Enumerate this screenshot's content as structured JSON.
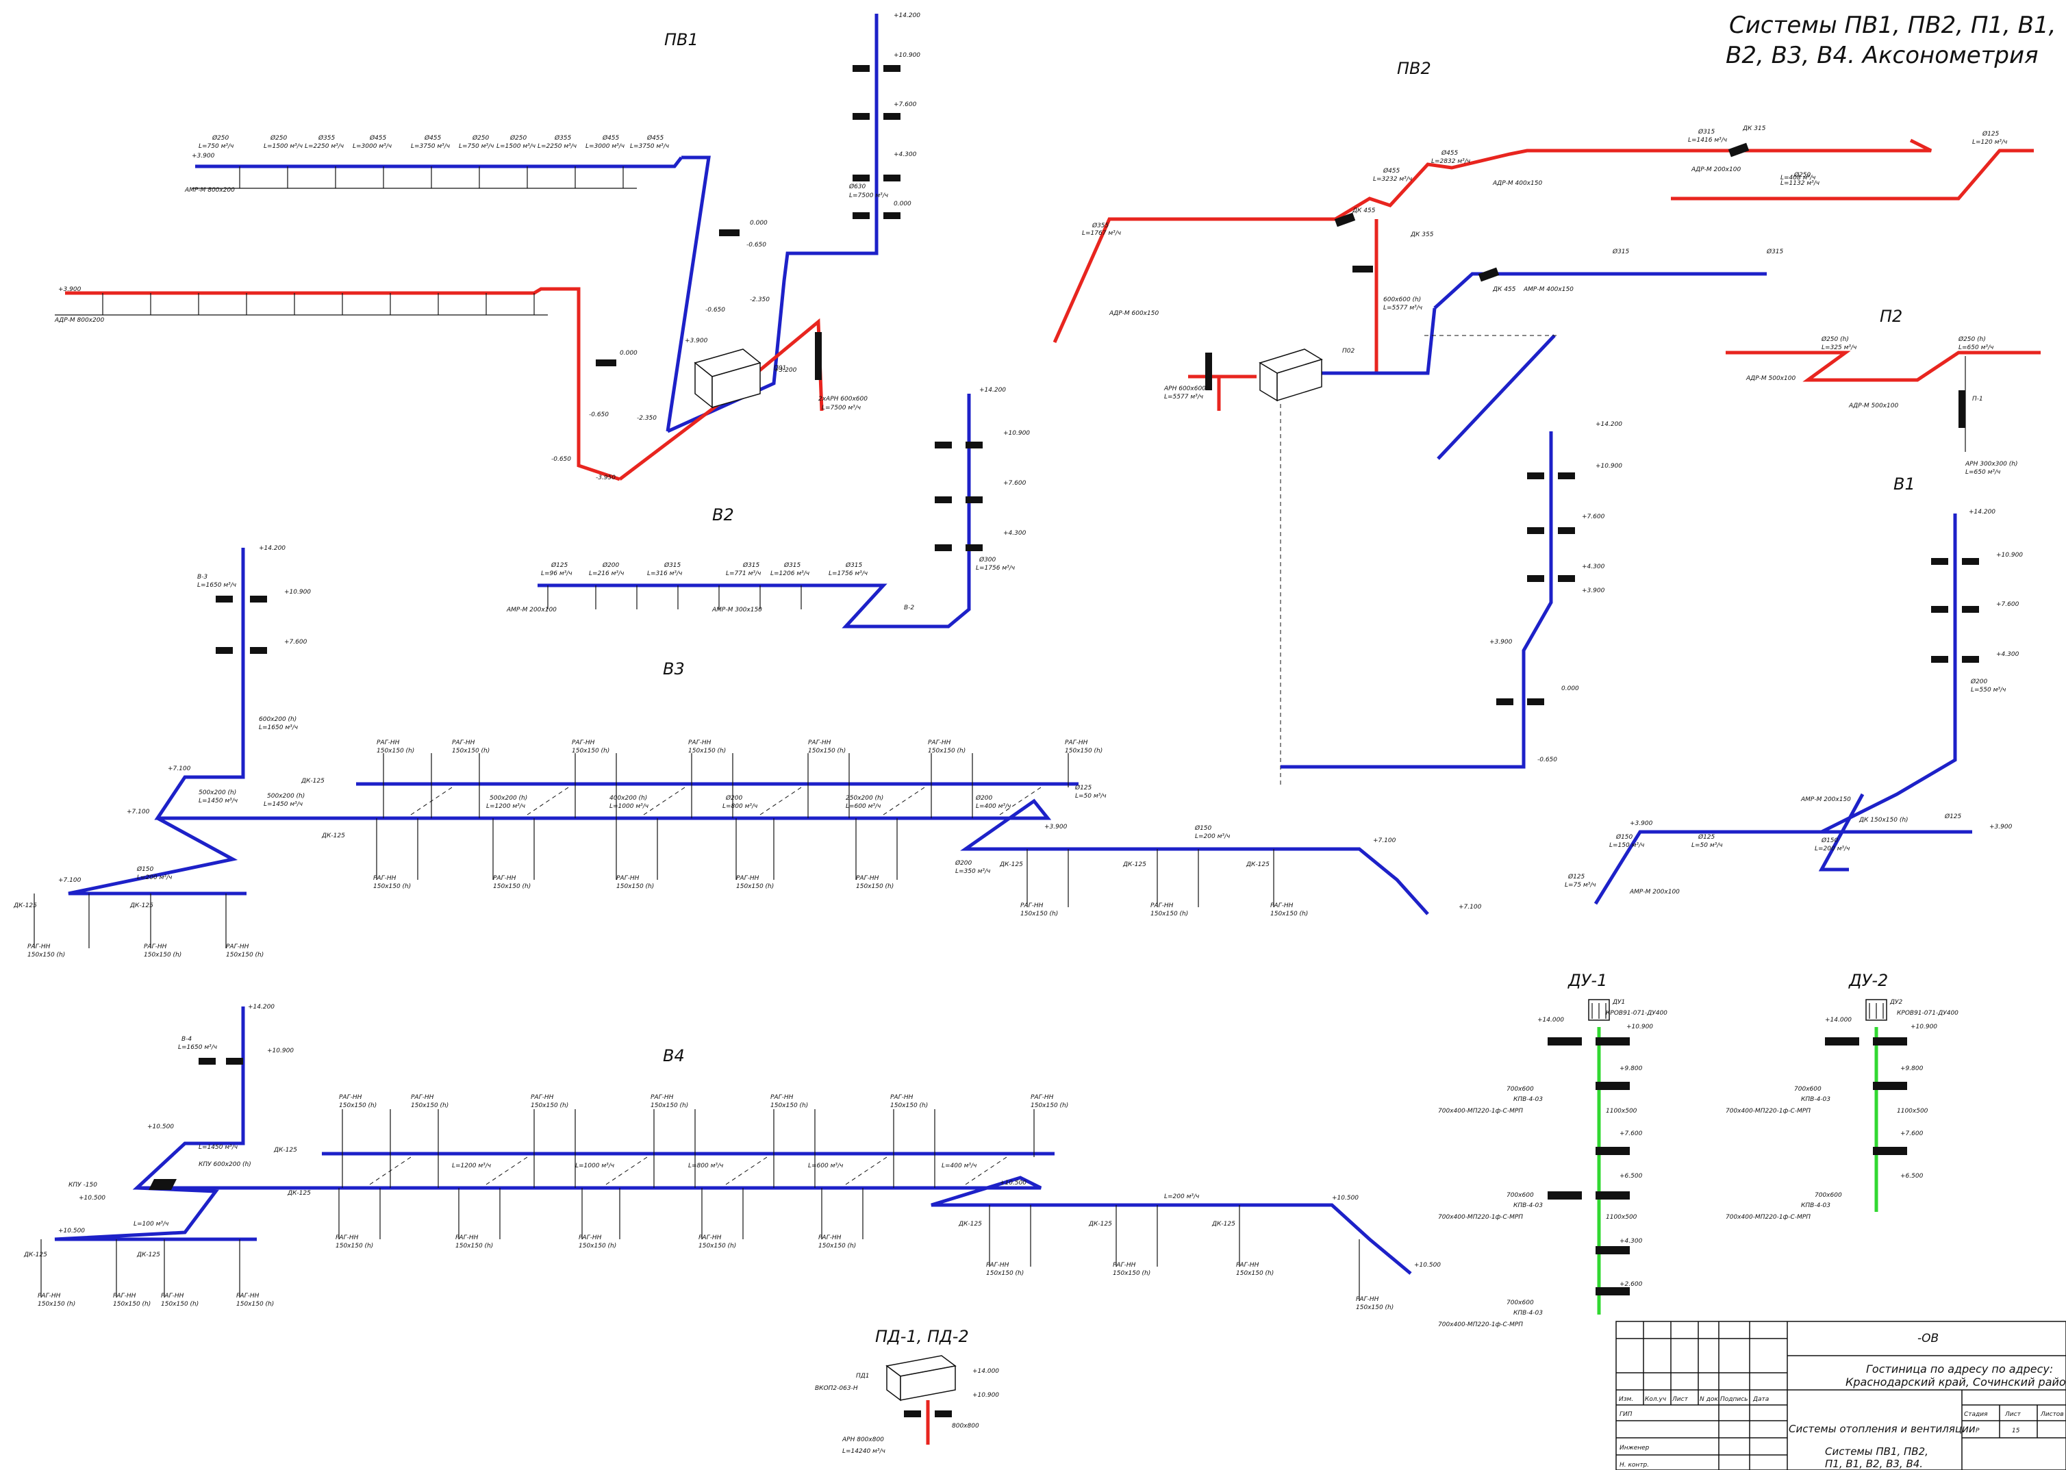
{
  "sheet_title": {
    "line1": "Системы ПВ1, ПВ2, П1, В1,",
    "line2": "В2, В3, В4. Аксонометрия"
  },
  "systems": {
    "pv1": "ПВ1",
    "pv2": "ПВ2",
    "p2": "П2",
    "v1": "В1",
    "v2": "В2",
    "v3": "В3",
    "v4": "В4",
    "du1": "ДУ-1",
    "du2": "ДУ-2",
    "pd": "ПД-1, ПД-2"
  },
  "levels": [
    "+14.200",
    "+10.900",
    "+7.600",
    "+4.300",
    "+3.900",
    "0.000",
    "-0.650",
    "-2.350",
    "-3.950",
    "+3.200",
    "+7.100",
    "+10.500",
    "+14.000",
    "+9.800",
    "+6.500",
    "+2.600"
  ],
  "pv1": {
    "terminal_upper": "АМР-М 800х200",
    "terminal_lower": "АДР-М 800х200",
    "upper_ducts": [
      "Ø250",
      "Ø250",
      "Ø355",
      "Ø455",
      "Ø455",
      "Ø250",
      "Ø250",
      "Ø355",
      "Ø455",
      "Ø455"
    ],
    "upper_flows": [
      "L=750 м³/ч",
      "L=1500 м³/ч",
      "L=2250 м³/ч",
      "L=3000 м³/ч",
      "L=3750 м³/ч",
      "L=750 м³/ч",
      "L=1500 м³/ч",
      "L=2250 м³/ч",
      "L=3000 м³/ч",
      "L=3750 м³/ч"
    ],
    "unit_label": "П01",
    "arn": "2хАРН 600х600",
    "arn_flow": "L=7500 м³/ч",
    "main_duct": "Ø630",
    "main_flow": "L=7500 м³/ч"
  },
  "pv2": {
    "labels": [
      "Ø355",
      "Ø455",
      "Ø455",
      "Ø315",
      "Ø250",
      "Ø125",
      "Ø315",
      "Ø315",
      "Ø250"
    ],
    "flows": [
      "L=1767 м³/ч",
      "L=2832 м³/ч",
      "L=3232 м³/ч",
      "L=1416 м³/ч",
      "L=1132 м³/ч",
      "L=408 м³/ч",
      "L=120 м³/ч"
    ],
    "dk": [
      "ДК 355",
      "ДК 455",
      "ДК 315",
      "ДК 455"
    ],
    "grilles": [
      "АДР-М 600х150",
      "АДР-М 400х150",
      "АДР-М 200х100",
      "АМР-М 400х150"
    ],
    "unit_label": "П02",
    "arn": "АРН 600х600",
    "arn_flow": "L=5577 м³/ч",
    "duct": "600х600 (h)",
    "duct_flow": "L=5577 м³/ч"
  },
  "p2": {
    "ducts": [
      "Ø250 (h)",
      "Ø250 (h)"
    ],
    "flows": [
      "L=325 м³/ч",
      "L=650 м³/ч"
    ],
    "grilles": [
      "АДР-М 500х100",
      "АДР-М 500х100"
    ],
    "riser": "П-1",
    "arn": "АРН 300х300 (h)",
    "arn_flow": "L=650 м³/ч"
  },
  "v1": {
    "ducts": [
      "Ø200",
      "Ø150",
      "Ø125",
      "Ø125",
      "Ø150",
      "Ø125"
    ],
    "flows": [
      "L=550 м³/ч",
      "L=150 м³/ч",
      "L=75 м³/ч",
      "L=50 м³/ч",
      "L=200 м³/ч"
    ],
    "grilles": [
      "АМР-М 200х100",
      "АМР-М 200х150"
    ],
    "dk": [
      "ДК 150х150 (h)"
    ]
  },
  "v2": {
    "ducts": [
      "Ø125",
      "Ø200",
      "Ø315",
      "Ø315",
      "Ø315",
      "Ø315",
      "Ø300"
    ],
    "flows": [
      "L=96 м³/ч",
      "L=216 м³/ч",
      "L=316 м³/ч",
      "L=771 м³/ч",
      "L=1206 м³/ч",
      "L=1756 м³/ч",
      "L=1756 м³/ч"
    ],
    "grilles": [
      "АМР-М 200х100",
      "АМР-М 300х150"
    ],
    "riser": "В-2"
  },
  "v3": {
    "riser": "В-3",
    "riser_flow": "L=1650 м³/ч",
    "duct_main": "600х200 (h)",
    "duct_main_flow": "L=1650 м³/ч",
    "grille": "РАГ-НН",
    "grille_size": "150х150 (h)",
    "dk": "ДК-125",
    "ducts": [
      "500х200 (h)",
      "400х200 (h)",
      "250х200 (h)",
      "Ø200",
      "Ø150",
      "Ø125"
    ],
    "flows": [
      "L=1450 м³/ч",
      "L=1200 м³/ч",
      "L=1000 м³/ч",
      "L=800 м³/ч",
      "L=600 м³/ч",
      "L=400 м³/ч",
      "L=200 м³/ч",
      "L=50 м³/ч",
      "L=350 м³/ч"
    ]
  },
  "v4": {
    "riser": "В-4",
    "riser_flow": "L=1650 м³/ч",
    "kpu": "КПУ -150",
    "kpu_duct": "КПУ 600х200 (h)",
    "grille": "РАГ-НН",
    "grille_size": "150х150 (h)",
    "dk": "ДК-125",
    "flows": [
      "L=1450 м³/ч",
      "L=1200 м³/ч",
      "L=1000 м³/ч",
      "L=800 м³/ч",
      "L=600 м³/ч",
      "L=400 м³/ч",
      "L=200 м³/ч",
      "L=100 м³/ч"
    ]
  },
  "du1": {
    "fan": "ДУ1",
    "fan_model": "КРОВ91-071-ДУ400",
    "duct": "1100х500",
    "valve_size": "700х600",
    "valve": "КПВ-4-03",
    "valve_full": "700х400-МП220-1ф-С-МРП"
  },
  "du2": {
    "fan": "ДУ2",
    "fan_model": "КРОВ91-071-ДУ400",
    "duct": "1100х500",
    "valve_size": "700х600",
    "valve": "КПВ-4-03",
    "valve_full": "700х400-МП220-1ф-С-МРП"
  },
  "pd": {
    "unit": "ПД1",
    "model": "ВКОП2-063-Н",
    "duct": "800х800",
    "arn": "АРН 800х800",
    "flow": "L=14240 м³/ч"
  },
  "stamp": {
    "code": "-ОВ",
    "object_line1": "Гостиница по адресу по адресу:",
    "object_line2": "Краснодарский край, Сочинский район,",
    "headers": [
      "Изм.",
      "Кол.уч",
      "Лист",
      "N док.",
      "Подпись",
      "Дата"
    ],
    "roles": [
      "ГИП",
      "Инженер",
      "Н. контр."
    ],
    "section": "Системы отопления и вентиляции",
    "stage_header": "Стадия",
    "sheet_header": "Лист",
    "sheets_header": "Листов",
    "stage": "Р",
    "sheet": "15",
    "drawing_title": "Системы ПВ1, ПВ2,",
    "drawing_title2": "П1, В1, В2, В3, В4."
  },
  "colors": {
    "supply": "#e8251f",
    "exhaust": "#1d21c8",
    "smoke": "#31d831"
  }
}
